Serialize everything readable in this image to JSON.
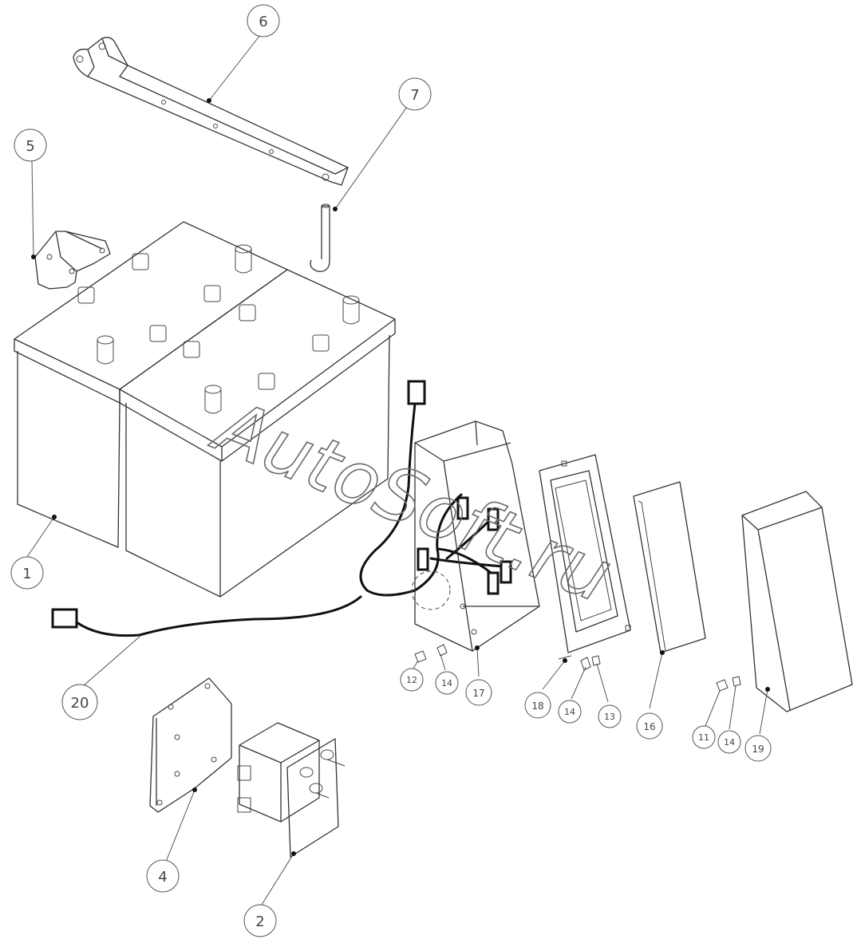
{
  "diagram": {
    "watermark": "AutoSoft.ru",
    "callouts": [
      {
        "id": "c1",
        "label": "1"
      },
      {
        "id": "c2",
        "label": "2"
      },
      {
        "id": "c4",
        "label": "4"
      },
      {
        "id": "c5",
        "label": "5"
      },
      {
        "id": "c6",
        "label": "6"
      },
      {
        "id": "c7",
        "label": "7"
      },
      {
        "id": "c11",
        "label": "11"
      },
      {
        "id": "c12",
        "label": "12"
      },
      {
        "id": "c13",
        "label": "13"
      },
      {
        "id": "c14a",
        "label": "14"
      },
      {
        "id": "c14b",
        "label": "14"
      },
      {
        "id": "c14c",
        "label": "14"
      },
      {
        "id": "c16",
        "label": "16"
      },
      {
        "id": "c17",
        "label": "17"
      },
      {
        "id": "c18",
        "label": "18"
      },
      {
        "id": "c19",
        "label": "19"
      },
      {
        "id": "c20",
        "label": "20"
      }
    ]
  }
}
